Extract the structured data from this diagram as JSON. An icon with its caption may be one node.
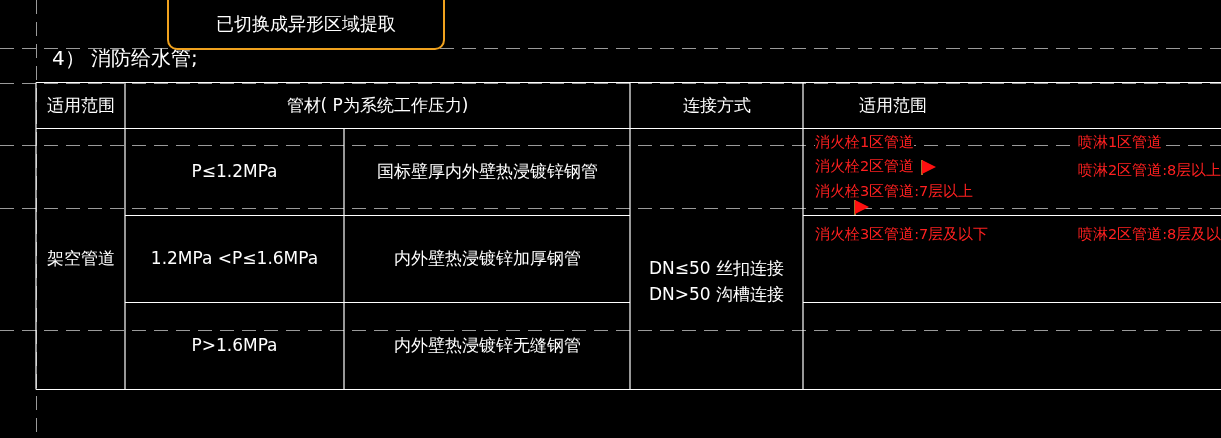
{
  "diagram": {
    "title": "4） 消防给水管;",
    "nodes": [
      {
        "text": [
          "已切换成异形区域提取"
        ]
      }
    ],
    "labels": [
      "适用范围",
      "管材(  P为系统工作压力)",
      "连接方式",
      "适用范围",
      "架空管道",
      "P≤1.2MPa",
      "国标壁厚内外壁热浸镀锌钢管",
      "DN≤50 丝扣连接",
      "DN>50 沟槽连接",
      "消火栓1区管道",
      "喷淋1区管道",
      "消火栓2区管道",
      "喷淋2区管道:8层以上",
      "消火栓3区管道:7层以上",
      "1.2MPa <P≤1.6MPa",
      "内外壁热浸镀锌加厚钢管",
      "消火栓3区管道:7层及以下",
      "喷淋2区管道:8层及以",
      "P>1.6MPa",
      "内外壁热浸镀锌无缝钢管"
    ]
  }
}
